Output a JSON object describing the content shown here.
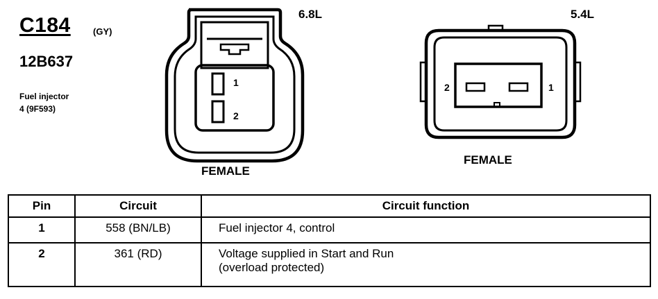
{
  "connector": {
    "id": "C184",
    "color_code": "(GY)",
    "part_number": "12B637",
    "component_line1": "Fuel injector",
    "component_line2": "4 (9F593)"
  },
  "views": [
    {
      "engine": "6.8L",
      "gender": "FEMALE",
      "pin_labels": [
        "1",
        "2"
      ]
    },
    {
      "engine": "5.4L",
      "gender": "FEMALE",
      "pin_labels": [
        "2",
        "1"
      ]
    }
  ],
  "table": {
    "headers": [
      "Pin",
      "Circuit",
      "Circuit function"
    ],
    "rows": [
      {
        "pin": "1",
        "circuit": "558 (BN/LB)",
        "function_line1": "Fuel injector 4, control",
        "function_line2": ""
      },
      {
        "pin": "2",
        "circuit": "361 (RD)",
        "function_line1": "Voltage supplied in Start and Run",
        "function_line2": "(overload protected)"
      }
    ]
  }
}
